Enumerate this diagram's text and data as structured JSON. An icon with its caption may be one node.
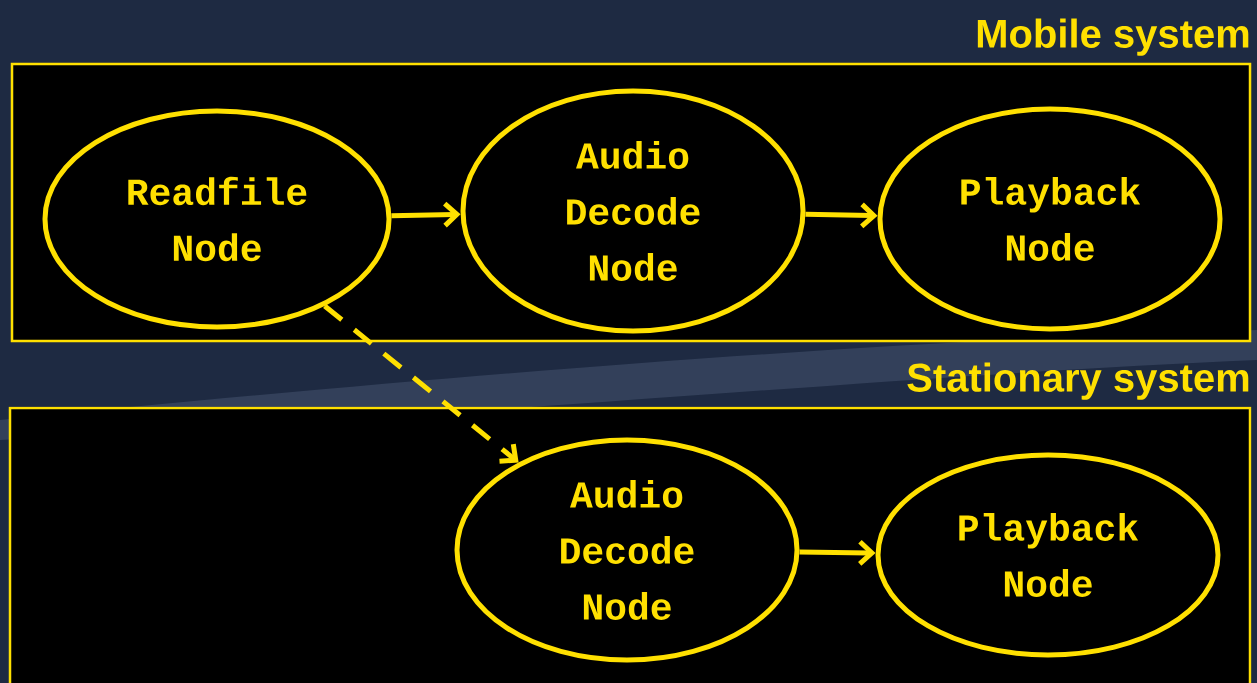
{
  "diagram": {
    "nodes": [
      {
        "text": [
          "Mobile system"
        ]
      },
      {
        "text": [
          "Readfile Node"
        ],
        "in": 0
      },
      {
        "text": [
          "Audio Decode Node"
        ],
        "in": 0
      },
      {
        "text": [
          "Playback Node"
        ],
        "in": 0
      },
      {
        "text": [
          "Stationary system"
        ]
      },
      {
        "text": [
          "Audio Decode Node"
        ],
        "in": 4
      },
      {
        "text": [
          "Playback Node"
        ],
        "in": 4
      }
    ],
    "edges": [
      {
        "from": 1,
        "to": 2,
        "arrow": "to"
      },
      {
        "from": 2,
        "to": 3,
        "arrow": "to"
      },
      {
        "from": 1,
        "to": 5,
        "arrow": "to",
        "style": "dashed"
      },
      {
        "from": 5,
        "to": 6,
        "arrow": "to"
      }
    ]
  }
}
